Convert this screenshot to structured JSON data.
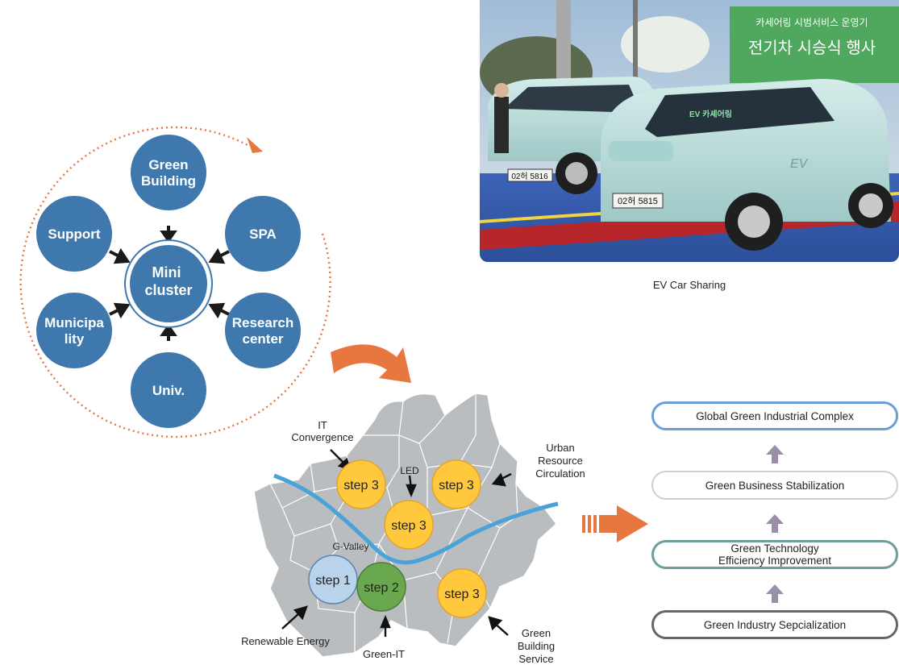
{
  "cluster": {
    "center_label": "Mini\ncluster",
    "nodes": [
      {
        "id": "green-building",
        "label": "Green\nBuilding"
      },
      {
        "id": "spa",
        "label": "SPA"
      },
      {
        "id": "research-center",
        "label": "Research\ncenter"
      },
      {
        "id": "univ",
        "label": "Univ."
      },
      {
        "id": "municipality",
        "label": "Municipa\nlity"
      },
      {
        "id": "support",
        "label": "Support"
      }
    ]
  },
  "photo": {
    "caption": "EV Car Sharing",
    "banner_line1": "카세어링 시범서비스 운영기",
    "banner_line2": "전기차 시승식 행사",
    "car_badge": "EV",
    "plate_left": "02허 5816",
    "plate_right": "02허 5815"
  },
  "map": {
    "steps": [
      {
        "id": "it-convergence",
        "label": "step 3",
        "kind": "step3"
      },
      {
        "id": "led",
        "label": "step 3",
        "kind": "step3"
      },
      {
        "id": "urban",
        "label": "step 3",
        "kind": "step3"
      },
      {
        "id": "g-valley",
        "label": "step 1",
        "kind": "step1"
      },
      {
        "id": "green-it",
        "label": "step 2",
        "kind": "step2"
      },
      {
        "id": "green-building-service",
        "label": "step 3",
        "kind": "step3"
      }
    ],
    "annotations": {
      "it_convergence": "IT\nConvergence",
      "led": "LED",
      "urban": "Urban\nResource\nCirculation",
      "g_valley": "G-Valley",
      "renewable": "Renewable Energy",
      "green_it": "Green-IT",
      "green_building_service": "Green\nBuilding\nService"
    }
  },
  "stages": [
    {
      "label": "Global Green Industrial Complex",
      "color": "#6a9ed6"
    },
    {
      "label": "Green Business Stabilization",
      "color": "#c3d2dc"
    },
    {
      "label": "Green Technology\nEfficiency Improvement",
      "color": "#6e9e9c"
    },
    {
      "label": "Green Industry Sepcialization",
      "color": "#666666"
    }
  ],
  "colors": {
    "node_blue": "#3f78ad",
    "step3_yellow": "#ffc83d",
    "step1_blue": "#b9d3ea",
    "step2_green": "#6aa84f",
    "river_blue": "#4aa3d8",
    "map_gray": "#b9bdbf",
    "accent_orange": "#e8773f",
    "up_arrow": "#9a90a6"
  }
}
